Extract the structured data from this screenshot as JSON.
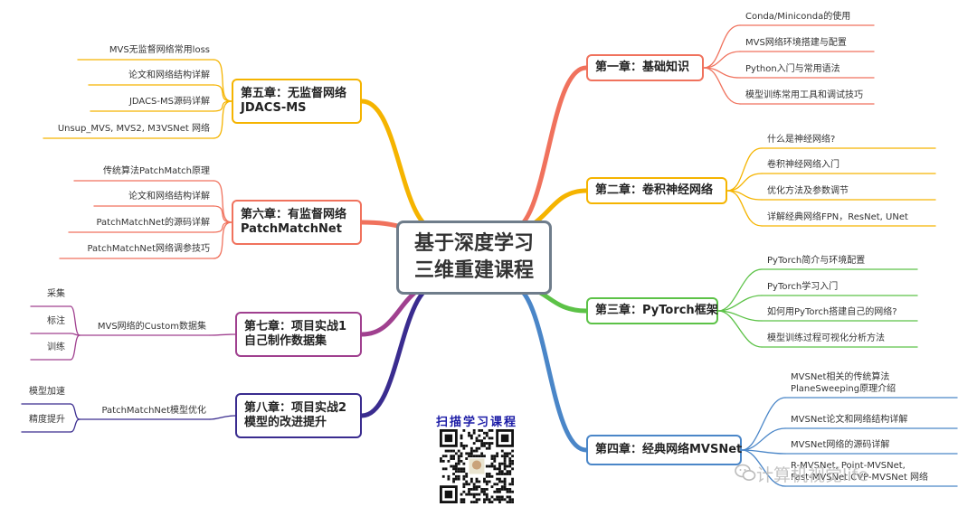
{
  "center": {
    "line1": "基于深度学习",
    "line2": "三维重建课程"
  },
  "chapters": [
    {
      "id": "ch1",
      "line1": "第一章：基础知识",
      "line2": "",
      "color": "#f0725d",
      "leaves": [
        {
          "lines": [
            "Conda/Miniconda的使用"
          ]
        },
        {
          "lines": [
            "MVS网络环境搭建与配置"
          ]
        },
        {
          "lines": [
            "Python入门与常用语法"
          ]
        },
        {
          "lines": [
            "模型训练常用工具和调试技巧"
          ]
        }
      ]
    },
    {
      "id": "ch2",
      "line1": "第二章：卷积神经网络",
      "line2": "",
      "color": "#f5b400",
      "leaves": [
        {
          "lines": [
            "什么是神经网络?"
          ]
        },
        {
          "lines": [
            "卷积神经网络入门"
          ]
        },
        {
          "lines": [
            "优化方法及参数调节"
          ]
        },
        {
          "lines": [
            "详解经典网络FPN，ResNet, UNet"
          ]
        }
      ]
    },
    {
      "id": "ch3",
      "line1": "第三章：PyTorch框架",
      "line2": "",
      "color": "#5cc247",
      "leaves": [
        {
          "lines": [
            "PyTorch简介与环境配置"
          ]
        },
        {
          "lines": [
            "PyTorch学习入门"
          ]
        },
        {
          "lines": [
            "如何用PyTorch搭建自己的网络?"
          ]
        },
        {
          "lines": [
            "模型训练过程可视化分析方法"
          ]
        }
      ]
    },
    {
      "id": "ch4",
      "line1": "第四章：经典网络MVSNet",
      "line2": "",
      "color": "#4a86c8",
      "leaves": [
        {
          "lines": [
            "MVSNet相关的传统算法",
            "PlaneSweeping原理介绍"
          ]
        },
        {
          "lines": [
            "MVSNet论文和网络结构详解"
          ]
        },
        {
          "lines": [
            "MVSNet网络的源码详解"
          ]
        },
        {
          "lines": [
            "R-MVSNet, Point-MVSNet,",
            "Fast-MVSNet,CVP-MVSNet 网络"
          ]
        }
      ]
    },
    {
      "id": "ch5",
      "line1": "第五章：无监督网络",
      "line2": "JDACS-MS",
      "color": "#f5b400",
      "leaves": [
        {
          "lines": [
            "MVS无监督网络常用loss"
          ]
        },
        {
          "lines": [
            "论文和网络结构详解"
          ]
        },
        {
          "lines": [
            "JDACS-MS源码详解"
          ]
        },
        {
          "lines": [
            "Unsup_MVS, MVS2, M3VSNet 网络"
          ]
        }
      ]
    },
    {
      "id": "ch6",
      "line1": "第六章：有监督网络",
      "line2": "PatchMatchNet",
      "color": "#f0725d",
      "leaves": [
        {
          "lines": [
            "传统算法PatchMatch原理"
          ]
        },
        {
          "lines": [
            "论文和网络结构详解"
          ]
        },
        {
          "lines": [
            "PatchMatchNet的源码详解"
          ]
        },
        {
          "lines": [
            "PatchMatchNet网络调参技巧"
          ]
        }
      ]
    },
    {
      "id": "ch7",
      "line1": "第七章：项目实战1",
      "line2": "自己制作数据集",
      "color": "#a0408f",
      "sub": "MVS网络的Custom数据集",
      "leaves": [
        {
          "lines": [
            "采集"
          ]
        },
        {
          "lines": [
            "标注"
          ]
        },
        {
          "lines": [
            "训练"
          ]
        }
      ]
    },
    {
      "id": "ch8",
      "line1": "第八章：项目实战2",
      "line2": "模型的改进提升",
      "color": "#3a2c8f",
      "sub": "PatchMatchNet模型优化",
      "leaves": [
        {
          "lines": [
            "模型加速"
          ]
        },
        {
          "lines": [
            "精度提升"
          ]
        }
      ]
    }
  ],
  "qr": {
    "title": "扫描学习课程"
  },
  "watermark": {
    "text": "计算机视觉life"
  }
}
